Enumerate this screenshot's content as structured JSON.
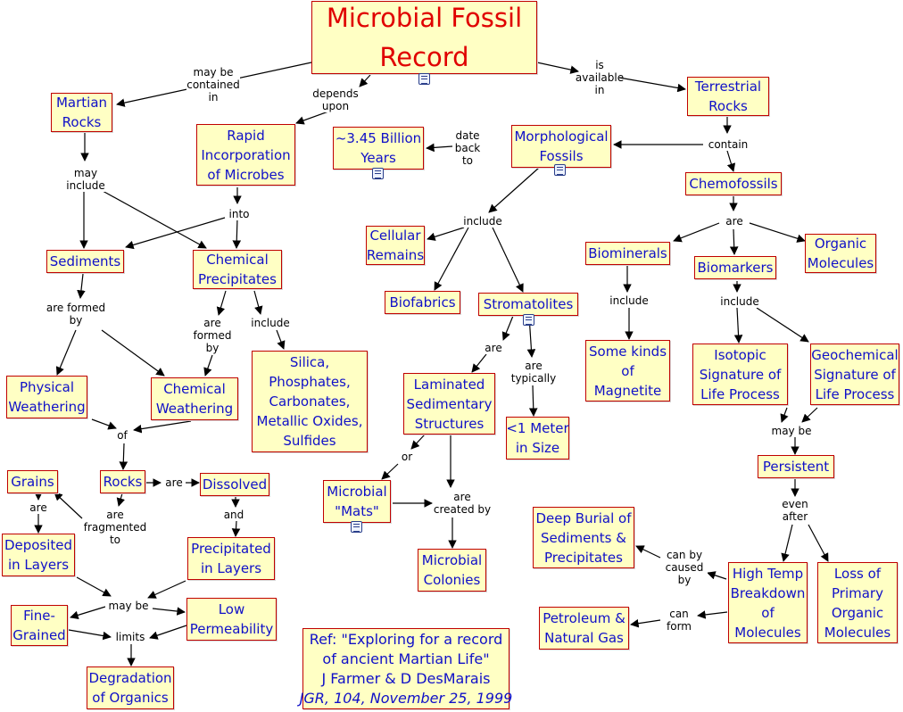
{
  "icon": "note-icon",
  "nodes": {
    "title": {
      "lines": [
        "Microbial Fossil",
        "Record"
      ]
    },
    "martian": {
      "lines": [
        "Martian",
        "Rocks"
      ]
    },
    "rapid": {
      "lines": [
        "Rapid",
        "Incorporation",
        "of Microbes"
      ]
    },
    "age": {
      "lines": [
        "~3.45 Billion",
        "Years"
      ]
    },
    "morph": {
      "lines": [
        "Morphological",
        "Fossils"
      ]
    },
    "terrestrial": {
      "lines": [
        "Terrestrial",
        "Rocks"
      ]
    },
    "chemofossils": {
      "lines": [
        "Chemofossils"
      ]
    },
    "sediments": {
      "lines": [
        "Sediments"
      ]
    },
    "chemprecip": {
      "lines": [
        "Chemical",
        "Precipitates"
      ]
    },
    "cellular": {
      "lines": [
        "Cellular",
        "Remains"
      ]
    },
    "biominerals": {
      "lines": [
        "Biominerals"
      ]
    },
    "biomarkers": {
      "lines": [
        "Biomarkers"
      ]
    },
    "organic": {
      "lines": [
        "Organic",
        "Molecules"
      ]
    },
    "biofabrics": {
      "lines": [
        "Biofabrics"
      ]
    },
    "stromatolites": {
      "lines": [
        "Stromatolites"
      ]
    },
    "silica": {
      "lines": [
        "Silica,",
        "Phosphates,",
        "Carbonates,",
        "Metallic Oxides,",
        "Sulfides"
      ]
    },
    "magnetite": {
      "lines": [
        "Some kinds",
        "of",
        "Magnetite"
      ]
    },
    "isotopic": {
      "lines": [
        "Isotopic",
        "Signature of",
        "Life Process"
      ]
    },
    "geochem": {
      "lines": [
        "Geochemical",
        "Signature of",
        "Life Process"
      ]
    },
    "physical": {
      "lines": [
        "Physical",
        "Weathering"
      ]
    },
    "chemweath": {
      "lines": [
        "Chemical",
        "Weathering"
      ]
    },
    "laminated": {
      "lines": [
        "Laminated",
        "Sedimentary",
        "Structures"
      ]
    },
    "meter": {
      "lines": [
        "<1 Meter",
        "in Size"
      ]
    },
    "grains": {
      "lines": [
        "Grains"
      ]
    },
    "rocks": {
      "lines": [
        "Rocks"
      ]
    },
    "dissolved": {
      "lines": [
        "Dissolved"
      ]
    },
    "persistent": {
      "lines": [
        "Persistent"
      ]
    },
    "mats": {
      "lines": [
        "Microbial",
        "\"Mats\""
      ]
    },
    "deposited": {
      "lines": [
        "Deposited",
        "in Layers"
      ]
    },
    "precipitated": {
      "lines": [
        "Precipitated",
        "in Layers"
      ]
    },
    "deepburial": {
      "lines": [
        "Deep Burial of",
        "Sediments &",
        "Precipitates"
      ]
    },
    "microbialcol": {
      "lines": [
        "Microbial",
        "Colonies"
      ]
    },
    "hightemp": {
      "lines": [
        "High Temp",
        "Breakdown",
        "of",
        "Molecules"
      ]
    },
    "loss": {
      "lines": [
        "Loss of",
        "Primary",
        "Organic",
        "Molecules"
      ]
    },
    "finegrained": {
      "lines": [
        "Fine-",
        "Grained"
      ]
    },
    "lowperm": {
      "lines": [
        "Low",
        "Permeability"
      ]
    },
    "petroleum": {
      "lines": [
        "Petroleum &",
        "Natural Gas"
      ]
    },
    "degradation": {
      "lines": [
        "Degradation",
        "of Organics"
      ]
    },
    "ref": {
      "lines": [
        "Ref: \"Exploring for a record",
        "of ancient Martian Life\"",
        "J Farmer & D DesMarais",
        "JGR, 104, November 25, 1999"
      ]
    }
  },
  "labels": {
    "contained": [
      "may be",
      "contained",
      "in"
    ],
    "depends": [
      "depends",
      "upon"
    ],
    "available": [
      "is",
      "available",
      "in"
    ],
    "dateback": [
      "date",
      "back",
      "to"
    ],
    "contain": [
      "contain"
    ],
    "mayinclude": [
      "may",
      "include"
    ],
    "into": [
      "into"
    ],
    "include1": [
      "include"
    ],
    "are1": [
      "are"
    ],
    "include2": [
      "include"
    ],
    "include3": [
      "include"
    ],
    "include4": [
      "include"
    ],
    "areformed": [
      "are formed",
      "by"
    ],
    "areformed2": [
      "are",
      "formed",
      "by"
    ],
    "are2": [
      "are"
    ],
    "aretypically": [
      "are",
      "typically"
    ],
    "of": [
      "of"
    ],
    "maybe1": [
      "may be"
    ],
    "or": [
      "or"
    ],
    "are3": [
      "are"
    ],
    "are4": [
      "are"
    ],
    "fragmented": [
      "are",
      "fragmented",
      "to"
    ],
    "and": [
      "and"
    ],
    "evenafter": [
      "even",
      "after"
    ],
    "createdby": [
      "are",
      "created by"
    ],
    "causedby": [
      "can by",
      "caused",
      "by"
    ],
    "maybe2": [
      "may be"
    ],
    "limits": [
      "limits"
    ],
    "canform": [
      "can",
      "form"
    ]
  }
}
